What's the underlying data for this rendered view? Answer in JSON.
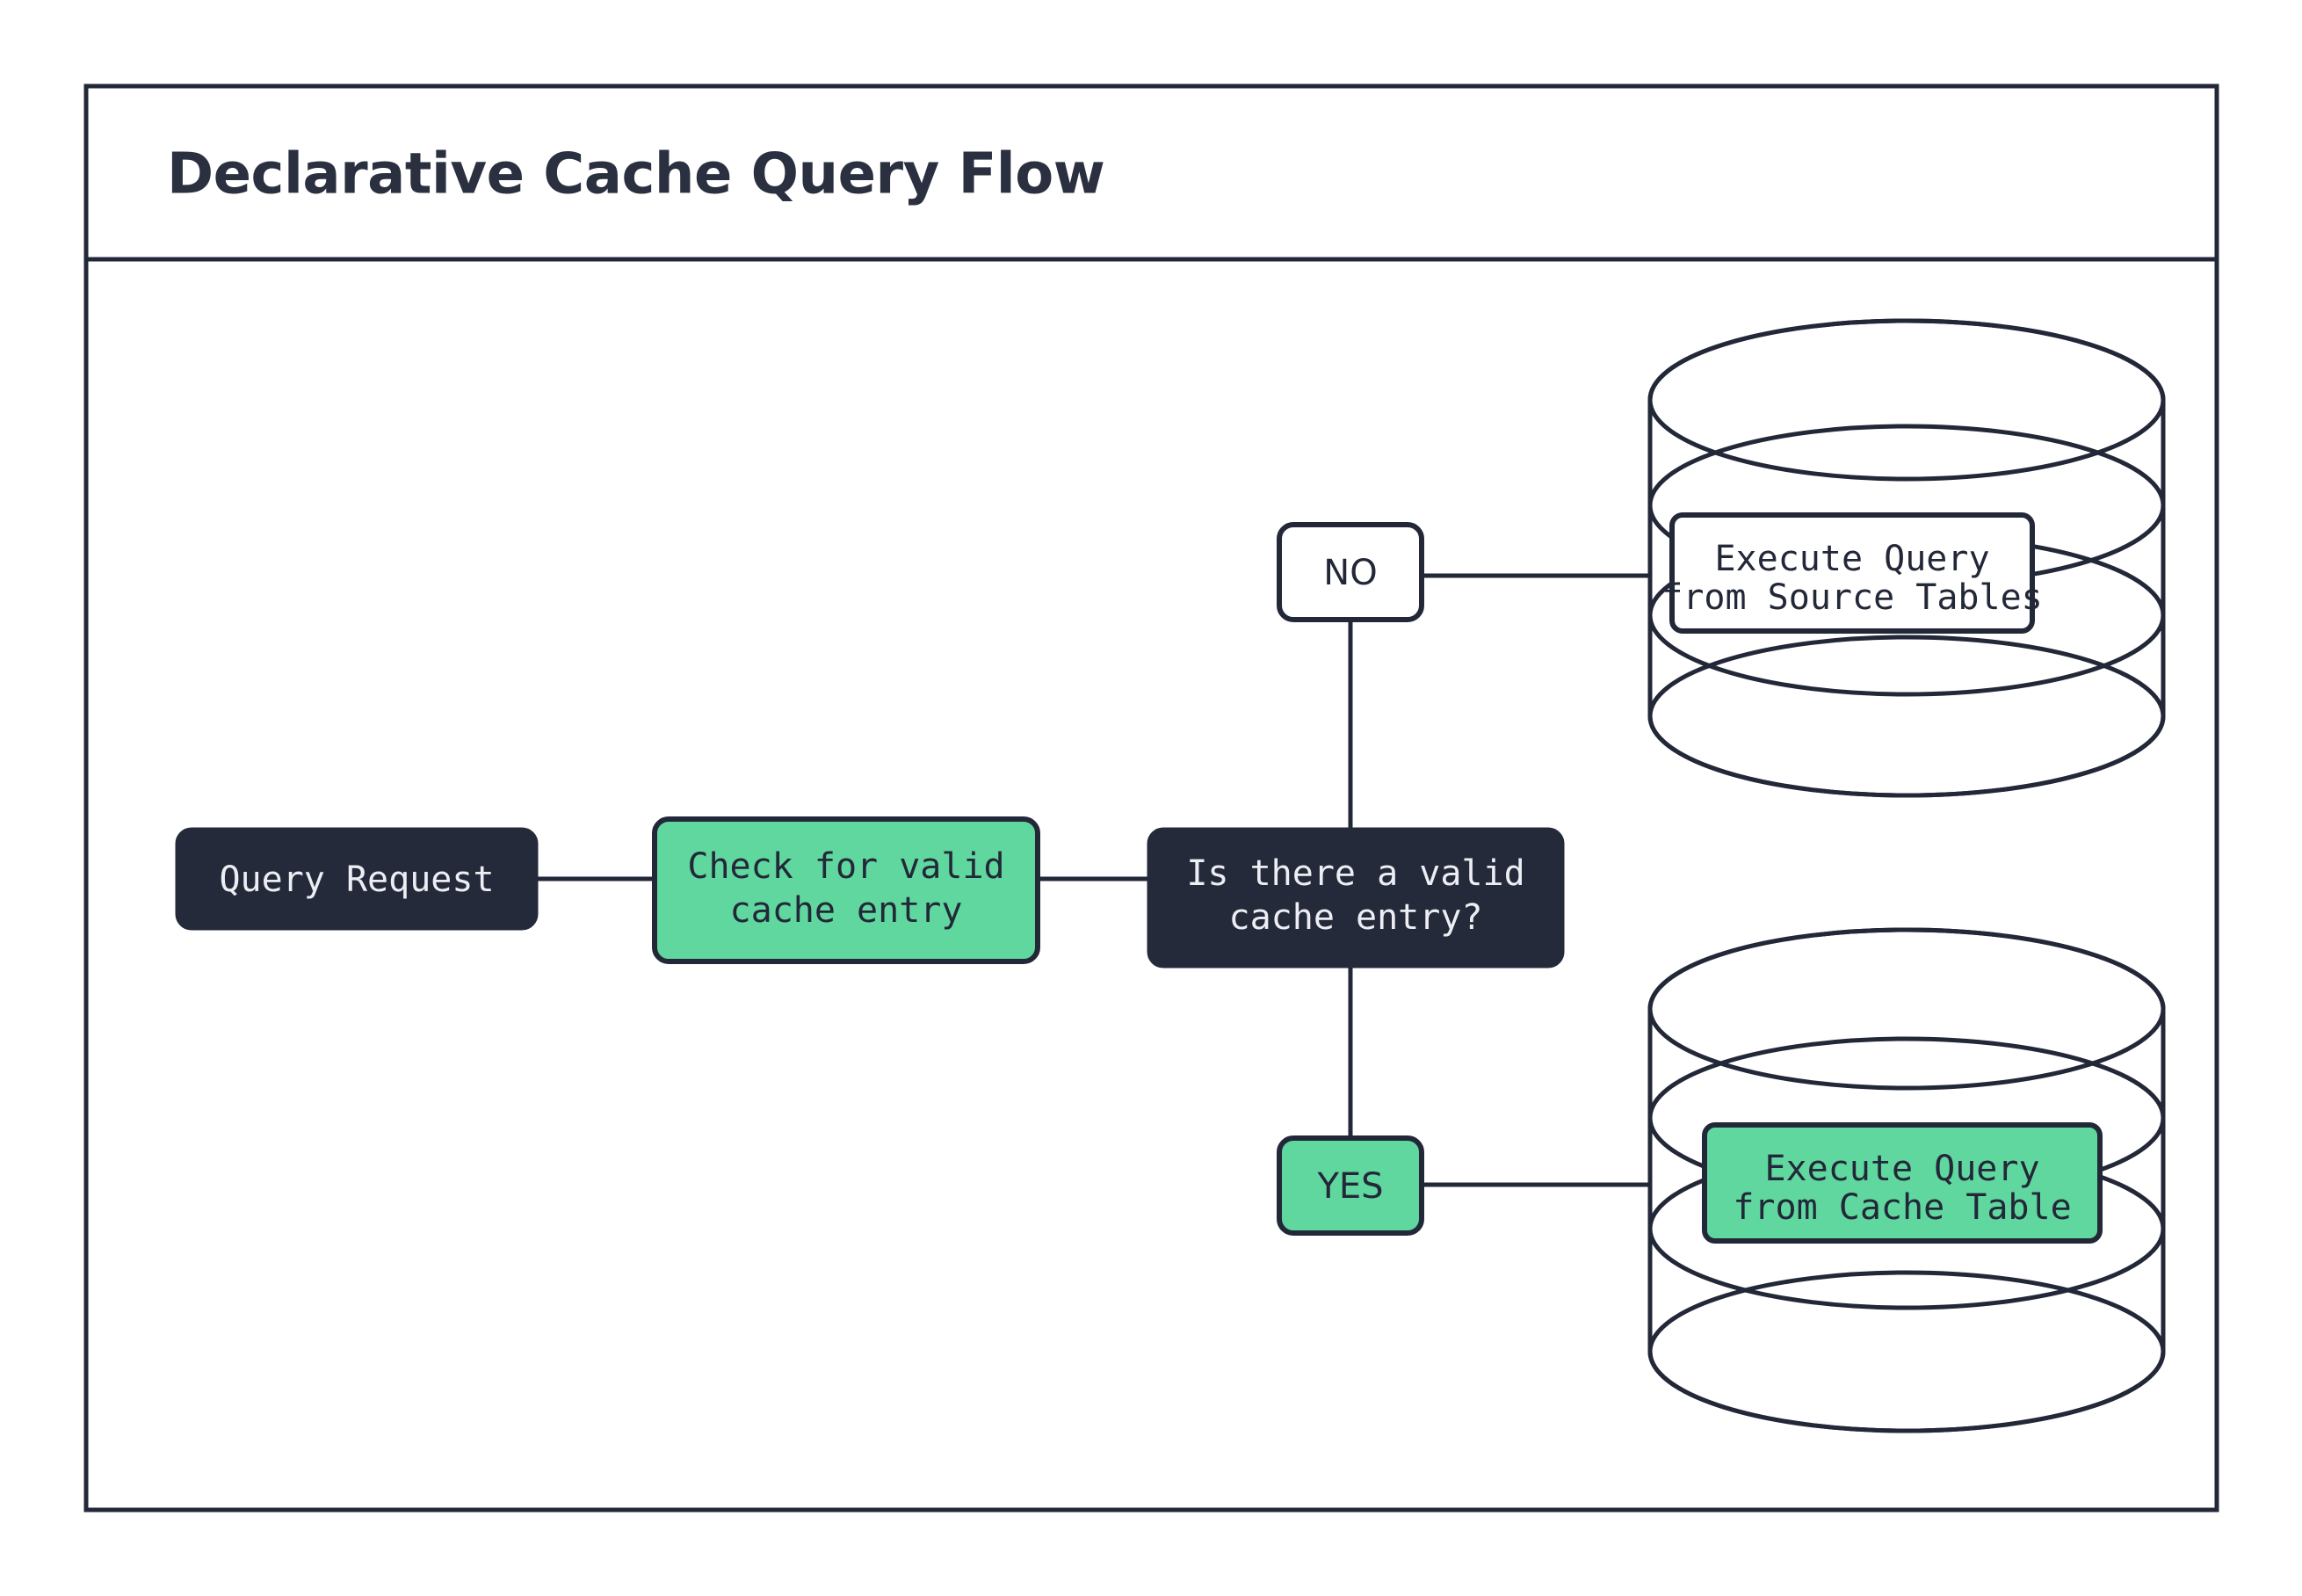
{
  "diagram": {
    "title": "Declarative Cache Query Flow",
    "colors": {
      "accent_green": "#5fd79f",
      "dark_navy": "#252a3a",
      "stroke": "#232838",
      "background": "#ffffff",
      "light_text": "#eceef3"
    },
    "nodes": [
      {
        "id": "query-request",
        "name": "query-request-node",
        "label": "Query Request",
        "style": "dark",
        "shape": "rounded-rect"
      },
      {
        "id": "check-cache",
        "name": "check-valid-cache-entry-node",
        "label_line1": "Check for valid",
        "label_line2": "cache entry",
        "style": "green",
        "shape": "rounded-rect"
      },
      {
        "id": "decision",
        "name": "valid-cache-entry-decision-node",
        "label_line1": "Is there a valid",
        "label_line2": "cache entry?",
        "style": "dark",
        "shape": "rounded-rect"
      },
      {
        "id": "branch-no",
        "name": "branch-label-no",
        "label": "NO",
        "style": "white",
        "shape": "rounded-rect"
      },
      {
        "id": "branch-yes",
        "name": "branch-label-yes",
        "label": "YES",
        "style": "green",
        "shape": "rounded-rect"
      },
      {
        "id": "source-db",
        "name": "source-tables-database-cylinder",
        "label_line1": "Execute Query",
        "label_line2": "from Source Tables",
        "style": "white",
        "shape": "database-cylinder"
      },
      {
        "id": "cache-db",
        "name": "cache-table-database-cylinder",
        "label_line1": "Execute Query",
        "label_line2": "from Cache Table",
        "style": "green",
        "shape": "database-cylinder"
      }
    ],
    "edges": [
      {
        "name": "edge-query-to-check",
        "from": "query-request",
        "to": "check-cache"
      },
      {
        "name": "edge-check-to-decision",
        "from": "check-cache",
        "to": "decision"
      },
      {
        "name": "edge-decision-to-no",
        "from": "decision",
        "to": "branch-no"
      },
      {
        "name": "edge-decision-to-yes",
        "from": "decision",
        "to": "branch-yes"
      },
      {
        "name": "edge-no-to-source-db",
        "from": "branch-no",
        "to": "source-db"
      },
      {
        "name": "edge-yes-to-cache-db",
        "from": "branch-yes",
        "to": "cache-db"
      }
    ]
  }
}
